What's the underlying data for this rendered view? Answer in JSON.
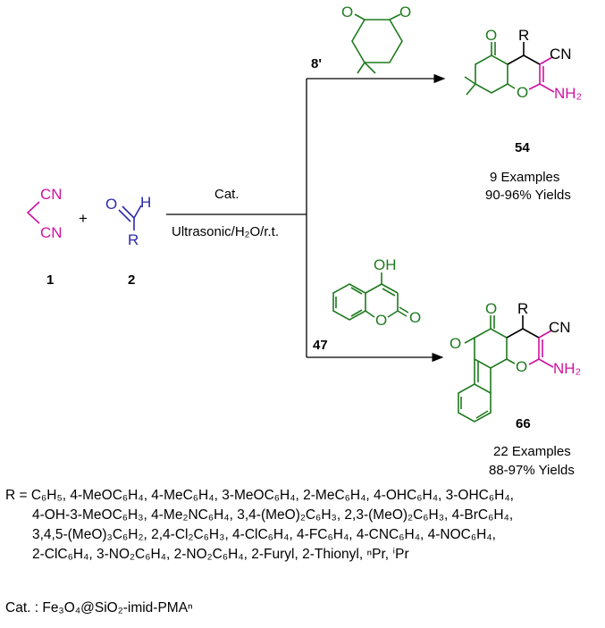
{
  "colors": {
    "green": "#1f7a1f",
    "magenta": "#d0119f",
    "blue": "#2a2ab0",
    "black": "#000000"
  },
  "reactants": {
    "malononitrile": {
      "cn_top": "CN",
      "cn_bottom": "CN",
      "number": "1"
    },
    "plus": "+",
    "aldehyde": {
      "o": "O",
      "h": "H",
      "r": "R",
      "number": "2"
    }
  },
  "conditions": {
    "above": "Cat.",
    "below": "Ultrasonic/H₂O/r.t."
  },
  "reagents": {
    "dimedone": {
      "label": "8'",
      "o1": "O",
      "o2": "O"
    },
    "hydroxycoumarin": {
      "label": "47",
      "oh": "OH",
      "o_ring": "O",
      "o_carbonyl": "O"
    }
  },
  "products": {
    "p54": {
      "r": "R",
      "cn": "CN",
      "nh2": "NH₂",
      "o_ring": "O",
      "o_carbonyl": "O",
      "number": "54",
      "examples": "9 Examples",
      "yields": "90-96% Yields"
    },
    "p66": {
      "r": "R",
      "cn": "CN",
      "nh2": "NH₂",
      "o_ring": "O",
      "o_carbonyl": "O",
      "o_lactone": "O",
      "number": "66",
      "examples": "22 Examples",
      "yields": "88-97% Yields"
    }
  },
  "substituents": {
    "line1": "R = C₆H₅, 4-MeOC₆H₄, 4-MeC₆H₄, 3-MeOC₆H₄, 2-MeC₆H₄, 4-OHC₆H₄, 3-OHC₆H₄,",
    "line2": "4-OH-3-MeOC₆H₃, 4-Me₂NC₆H₄, 3,4-(MeO)₂C₆H₃, 2,3-(MeO)₂C₆H₃, 4-BrC₆H₄,",
    "line3": "3,4,5-(MeO)₃C₆H₂, 2,4-Cl₂C₆H₃, 4-ClC₆H₄, 4-FC₆H₄, 4-CNC₆H₄, 4-NOC₆H₄,",
    "line4": "2-ClC₆H₄, 3-NO₂C₆H₄, 2-NO₂C₆H₄, 2-Furyl, 2-Thionyl, ⁿPr, ⁱPr"
  },
  "catalyst": "Cat. : Fe₃O₄@SiO₂-imid-PMAⁿ"
}
